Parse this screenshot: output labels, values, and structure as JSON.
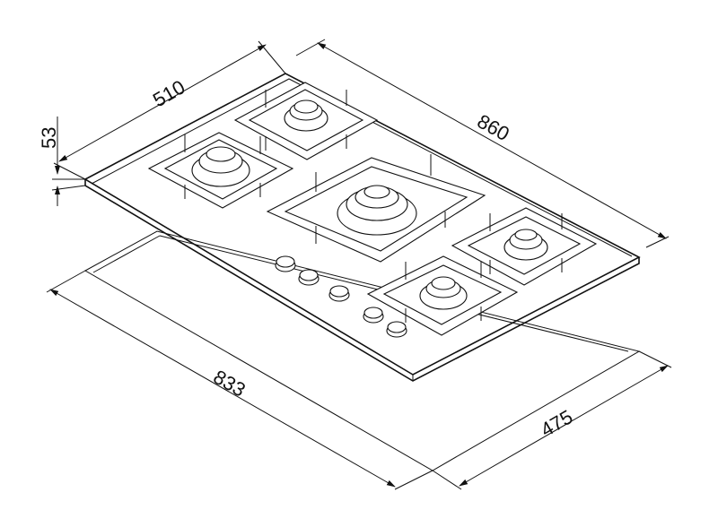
{
  "dimensions": {
    "depth": "510",
    "width": "860",
    "thickness": "53",
    "cutout_width": "833",
    "cutout_depth": "475"
  }
}
